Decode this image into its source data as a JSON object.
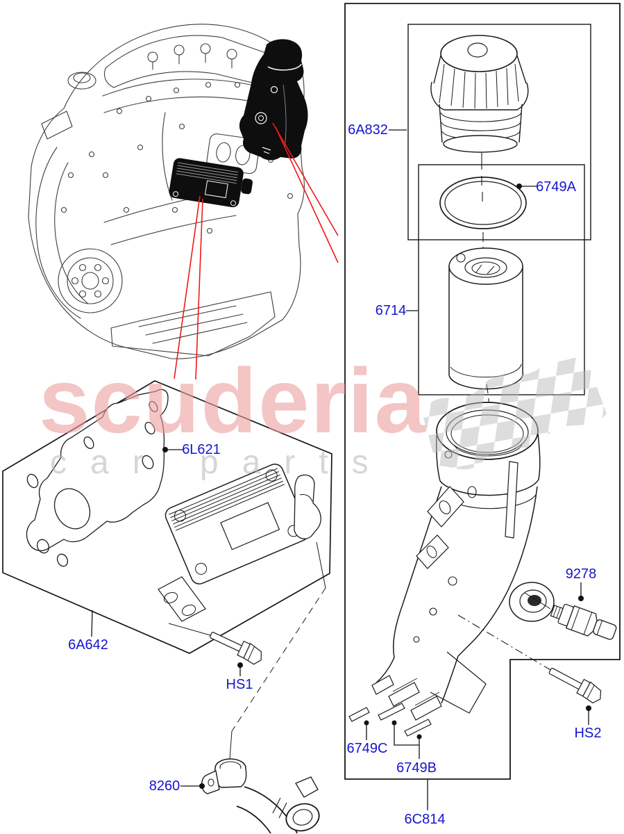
{
  "diagram": {
    "type": "exploded-parts-diagram",
    "subject": "engine oil cooler and filter housing",
    "labels": {
      "filter_cap": "6A832",
      "cap_oring": "6749A",
      "filter_element": "6714",
      "cooler_gasket": "6L621",
      "oil_cooler": "6A642",
      "cooler_bolt": "HS1",
      "thermostat_outlet": "8260",
      "housing_seal_c": "6749C",
      "housing_seal_b": "6749B",
      "filter_housing": "6C814",
      "housing_bolt": "HS2",
      "pressure_sensor": "9278"
    },
    "colors": {
      "label_blue": "#1515cf",
      "callout_red": "#f01818",
      "line_black": "#1a1a1a",
      "watermark_pink": "#f4c5c5",
      "watermark_gray": "#d9d9d9"
    }
  },
  "watermark": {
    "brand": "scuderia",
    "tagline": "car parts"
  }
}
